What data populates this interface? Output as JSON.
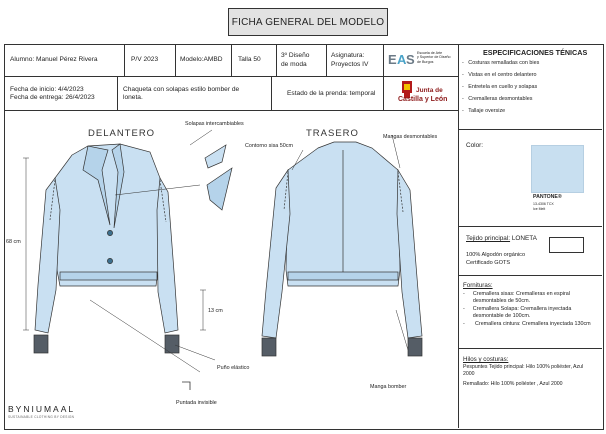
{
  "header": {
    "title": "FICHA GENERAL DEL MODELO"
  },
  "info_row1": {
    "alumno": "Alumno: Manuel Pérez Rivera",
    "pv": "P/V 2023",
    "modelo": "Modelo:AMBD",
    "talla": "Talla 50",
    "diseno_line1": "3º Diseño",
    "diseno_line2": "de moda",
    "asignatura_line1": "Asignatura:",
    "asignatura_line2": "Proyectos IV",
    "school_line1": "Escuela de Arte",
    "school_line2": "y Superior de Diseño",
    "school_line3": "de Burgos"
  },
  "info_row2": {
    "fecha_inicio": "Fecha de inicio: 4/4/2023",
    "fecha_entrega": "Fecha de entrega: 26/4/2023",
    "descripcion_line1": "Chaqueta con solapas estilo bomber de",
    "descripcion_line2": "loneta.",
    "estado": "Estado de la prenda: temporal",
    "junta_line1": "Junta de",
    "junta_line2": "Castilla y León"
  },
  "drawing": {
    "delantero": "DELANTERO",
    "trasero": "TRASERO",
    "solapas": "Solapas intercambiables",
    "contorno": "Contorno sisa 50cm",
    "mangas": "Mangas desmontables",
    "largo": "68 cm",
    "cm13": "13 cm",
    "puno": "Puño elástico",
    "puntada": "Puntada invisible",
    "manga_bomber": "Manga bomber",
    "brand": "BYNIUMAAL",
    "brand_sub": "SUSTAINABLE CLOTHING BY DESIGN"
  },
  "specs": {
    "title": "ESPECIFICACIONES TÉNICAS",
    "bullets": [
      "Costuras remalladas con bies",
      "Vistas en el centro delantero",
      "Entretela en cuello y solapas",
      "Cremalleras desmontables",
      "Tallaje oversize"
    ],
    "color_label": "Color:",
    "pantone": "PANTONE®",
    "pantone_code": "13-4306 TCX",
    "pantone_name": "Ice Melt",
    "tejido_label": "Tejido principal:",
    "tejido_value": " LONETA",
    "tejido_line1": "100% Algodón orgánico",
    "tejido_line2": "Certificado GOTS",
    "fornituras_label": "Fornituras:",
    "fornituras": [
      "Cremallera sisas:  Cremalleras en espiral desmontables de 50cm.",
      "Cremallera Solapa: Cremallera inyectada desmontable de 100cm.",
      "Cremallera cintura: Cremallera inyectada 130cm"
    ],
    "hilos_label": "Hilos y costuras:",
    "hilos_line1": "Pespuntes Tejido principal: Hilo 100% poliéster, Azul",
    "hilos_line2": "2000",
    "hilos_line3": "Remallado: Hilo 100% poliéster , Azul 2000"
  },
  "colors": {
    "garment": "#c9e0f2",
    "swatch": "#c8dff0",
    "cuff": "#555d66"
  }
}
